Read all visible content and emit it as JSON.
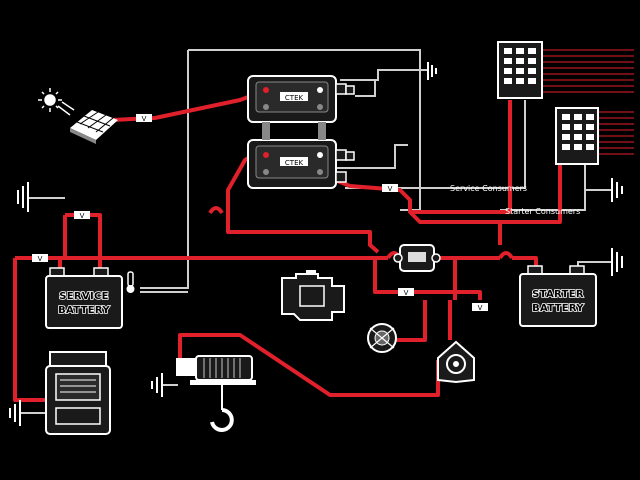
{
  "colors": {
    "background": "#000000",
    "wire_red": "#e0202a",
    "wire_gray": "#cfcfcf",
    "device_fill": "#1a1a1a",
    "outline": "#ffffff"
  },
  "labels": {
    "service_consumers": "Service Consumers",
    "starter_consumers": "Starter Consumers",
    "service_battery_line1": "SERVICE",
    "service_battery_line2": "BATTERY",
    "starter_battery_line1": "STARTER",
    "starter_battery_line2": "BATTERY",
    "charger_brand": "CTEK",
    "fuse_symbol": "V"
  },
  "icons": [
    "solar-panel-icon",
    "sun-icon",
    "charger-icon",
    "fuse-box-icon",
    "engine-icon",
    "alternator-icon",
    "winch-icon",
    "generator-icon",
    "ground-icon",
    "battery-switch-icon",
    "temperature-sensor-icon",
    "fuse-icon"
  ]
}
